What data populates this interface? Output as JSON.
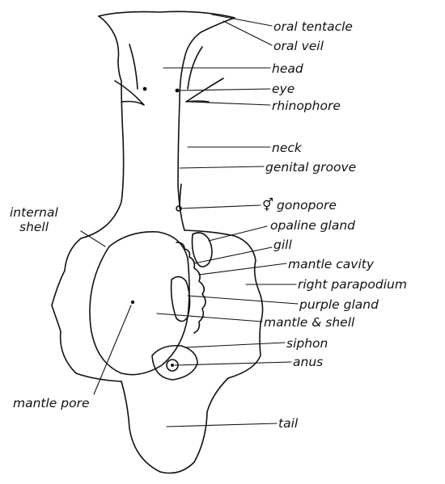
{
  "labels": {
    "oral_tentacle": "oral tentacle",
    "oral_veil": "oral veil",
    "head": "head",
    "eye": "eye",
    "rhinophore": "rhinophore",
    "neck": "neck",
    "genital_groove": "genital groove",
    "gonopore": "gonopore",
    "gonopore_symbol": "⚥",
    "opaline_gland": "opaline gland",
    "gill": "gill",
    "mantle_cavity": "mantle cavity",
    "right_parapodium": "right parapodium",
    "purple_gland": "purple gland",
    "mantle_shell": "mantle & shell",
    "siphon": "siphon",
    "anus": "anus",
    "tail": "tail",
    "internal_shell_1": "internal",
    "internal_shell_2": "shell",
    "mantle_pore": "mantle pore"
  }
}
